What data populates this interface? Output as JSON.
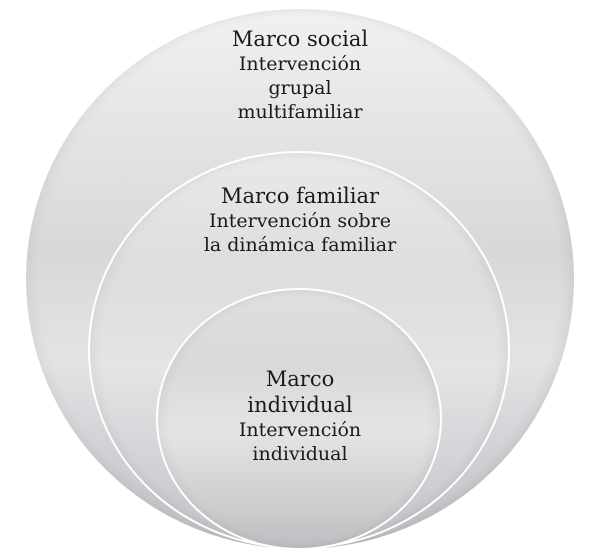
{
  "diagram": {
    "type": "nested-circles",
    "colors": {
      "background": "#ffffff",
      "circle_fill_light": "#e2e3e4",
      "circle_fill_dark": "#bdbec1",
      "circle_border": "#ffffff",
      "text": "#1a1a1a"
    },
    "levels": [
      {
        "id": "social",
        "title": "Marco social",
        "lines": [
          "Intervención",
          "grupal",
          "multifamiliar"
        ]
      },
      {
        "id": "familiar",
        "title": "Marco familiar",
        "lines": [
          "Intervención sobre",
          "la dinámica familiar"
        ]
      },
      {
        "id": "individual",
        "title_lines": [
          "Marco",
          "individual"
        ],
        "lines": [
          "Intervención",
          "individual"
        ]
      }
    ]
  }
}
